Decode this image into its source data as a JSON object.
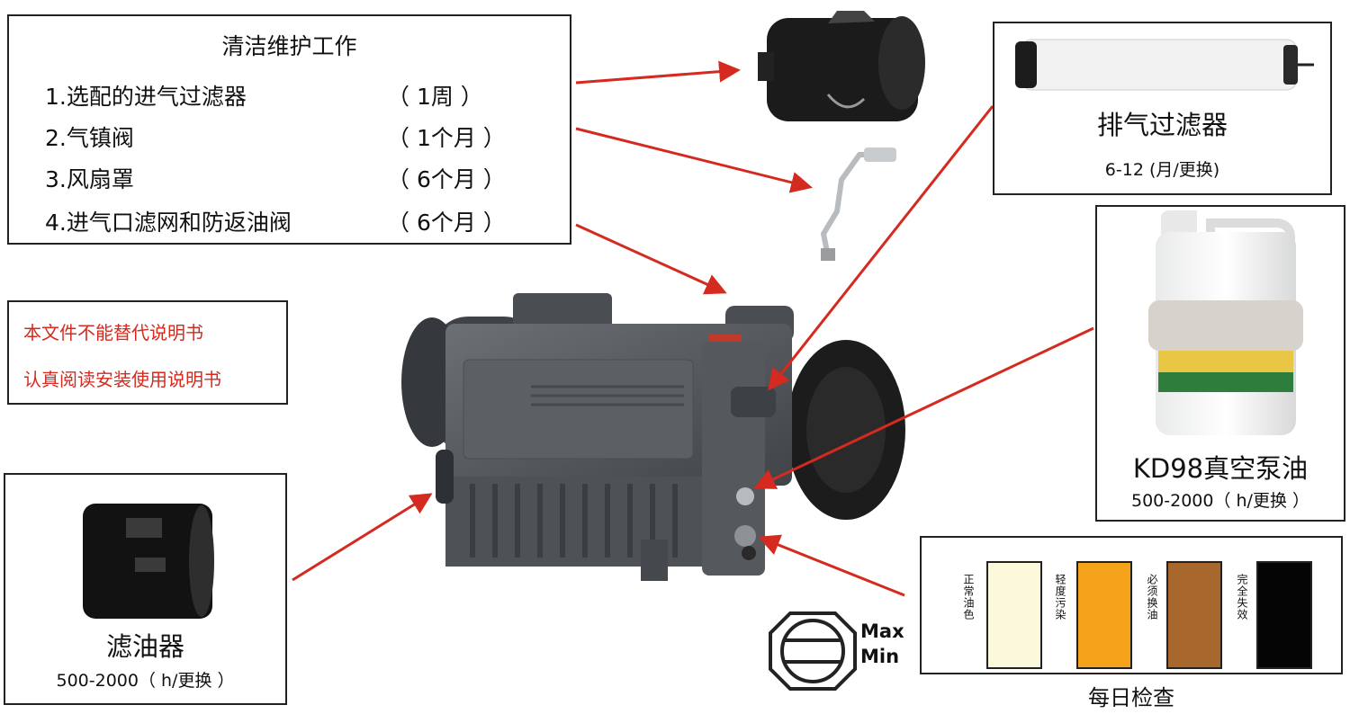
{
  "maintenance": {
    "title": "清洁维护工作",
    "items": [
      {
        "name": "1.选配的进气过滤器",
        "period": "（ 1周 ）"
      },
      {
        "name": "2.气镇阀",
        "period": "（ 1个月 ）"
      },
      {
        "name": "3.风扇罩",
        "period": "（ 6个月 ）"
      },
      {
        "name": "4.进气口滤网和防返油阀",
        "period": "（ 6个月 ）"
      }
    ]
  },
  "warning": {
    "line1": "本文件不能替代说明书",
    "line2": "认真阅读安装使用说明书"
  },
  "exhaust_filter": {
    "title": "排气过滤器",
    "interval": "6-12 (月/更换)"
  },
  "pump_oil": {
    "title": "KD98真空泵油",
    "interval": "500-2000（ h/更换 ）"
  },
  "oil_filter": {
    "title": "滤油器",
    "interval": "500-2000（ h/更换 ）"
  },
  "sight_glass": {
    "max_label": "Max",
    "min_label": "Min"
  },
  "daily_check": {
    "title": "每日检查",
    "levels": [
      {
        "label": "正常油色",
        "color": "#fbf8dc"
      },
      {
        "label": "轻度污染",
        "color": "#f4a31a"
      },
      {
        "label": "必须换油",
        "color": "#a8672c"
      },
      {
        "label": "完全失效",
        "color": "#050505"
      }
    ]
  },
  "colors": {
    "arrow": "#d42a1f",
    "pump_body": "#55585c"
  }
}
